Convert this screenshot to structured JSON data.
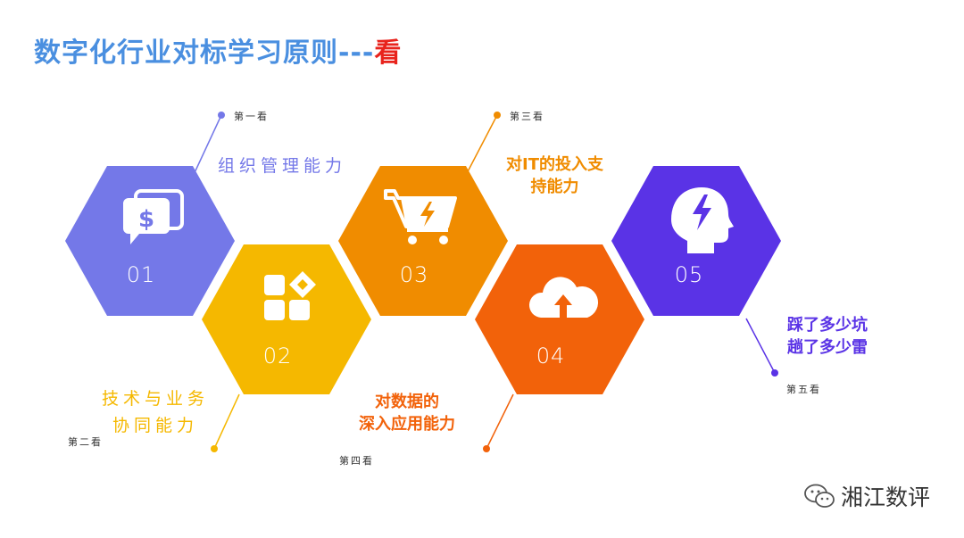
{
  "title": {
    "main": "数字化行业对标学习原则---",
    "accent": "看"
  },
  "colors": {
    "title": "#4a8fe0",
    "accent": "#e8231c",
    "step1": "#7478e8",
    "step2": "#f5b800",
    "step3": "#f08c00",
    "step4": "#f2620a",
    "step5": "#5a33e6"
  },
  "steps": [
    {
      "index": "第一看",
      "number": "01",
      "text": [
        "组织管理能力"
      ],
      "icon": "money-chat-icon",
      "color": "#7478e8"
    },
    {
      "index": "第二看",
      "number": "02",
      "text": [
        "技术与业务",
        "协同能力"
      ],
      "icon": "apps-grid-icon",
      "color": "#f5b800"
    },
    {
      "index": "第三看",
      "number": "03",
      "text": [
        "对IT的投入支",
        "持能力"
      ],
      "icon": "shopping-cart-icon",
      "color": "#f08c00"
    },
    {
      "index": "第四看",
      "number": "04",
      "text": [
        "对数据的",
        "深入应用能力"
      ],
      "icon": "cloud-upload-icon",
      "color": "#f2620a"
    },
    {
      "index": "第五看",
      "number": "05",
      "text": [
        "踩了多少坑",
        "趟了多少雷"
      ],
      "icon": "head-bolt-icon",
      "color": "#5a33e6"
    }
  ],
  "watermark": {
    "text": "湘江数评",
    "icon": "wechat-icon"
  }
}
